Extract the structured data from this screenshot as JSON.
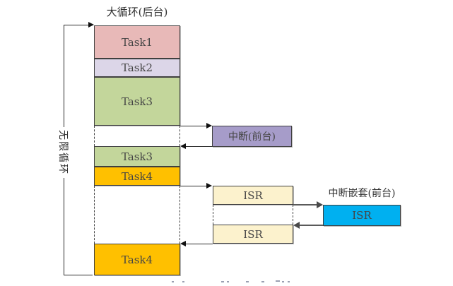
{
  "diagram": {
    "title": "大循环(后台)",
    "loop_label": "无限循环",
    "stack": {
      "task1": {
        "label": "Task1",
        "color": "#e8b9b8"
      },
      "task2": {
        "label": "Task2",
        "color": "#dcd6e8"
      },
      "task3a": {
        "label": "Task3",
        "color": "#c3d69b"
      },
      "task3b": {
        "label": "Task3",
        "color": "#c3d69b"
      },
      "task4a": {
        "label": "Task4",
        "color": "#ffc000"
      },
      "task4b": {
        "label": "Task4",
        "color": "#ffc000"
      }
    },
    "interrupt": {
      "label": "中断(前台)",
      "color": "#a69cc9"
    },
    "isr1": {
      "label": "ISR",
      "color": "#fcf2cd"
    },
    "isr2": {
      "label": "ISR",
      "color": "#fcf2cd"
    },
    "nested": {
      "title": "中断嵌套(前台)",
      "label": "ISR",
      "color": "#00b0f0"
    }
  }
}
